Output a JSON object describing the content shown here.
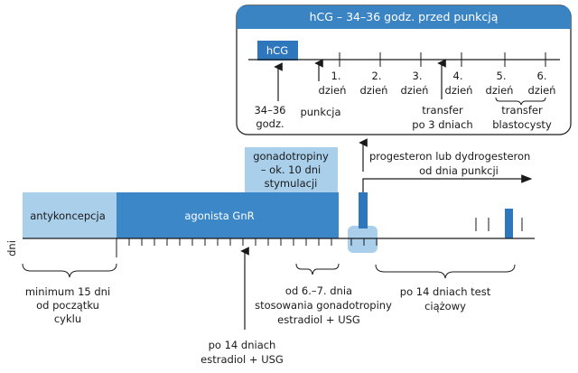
{
  "panel": {
    "title": "hCG – 34–36 godz. przed punkcją",
    "hcg_label": "hCG",
    "hcg_caption_1": "34–36",
    "hcg_caption_2": "godz.",
    "punkcja": "punkcja",
    "days": [
      {
        "num": "1.",
        "word": "dzień"
      },
      {
        "num": "2.",
        "word": "dzień"
      },
      {
        "num": "3.",
        "word": "dzień"
      },
      {
        "num": "4.",
        "word": "dzień"
      },
      {
        "num": "5.",
        "word": "dzień"
      },
      {
        "num": "6.",
        "word": "dzień"
      }
    ],
    "transfer3_line1": "transfer",
    "transfer3_line2": "po 3 dniach",
    "transferB_line1": "transfer",
    "transferB_line2": "blastocysty"
  },
  "timeline": {
    "axis_label": "dni",
    "antykoncepcja": "antykoncepcja",
    "agonista": "agonista GnR",
    "gonadotropiny_1": "gonadotropiny",
    "gonadotropiny_2": "– ok. 10 dni",
    "gonadotropiny_3": "stymulacji",
    "progesteron_1": "progesteron lub dydrogesteron",
    "progesteron_2": "od dnia punkcji"
  },
  "annotations": {
    "minimum_1": "minimum 15 dni",
    "minimum_2": "od początku",
    "minimum_3": "cyklu",
    "od67_1": "od 6.–7. dnia",
    "od67_2": "stosowania gonadotropiny",
    "od67_3": "estradiol + USG",
    "po14test_1": "po 14 dniach test",
    "po14test_2": "ciążowy",
    "po14estr_1": "po 14 dniach",
    "po14estr_2": "estradiol + USG"
  },
  "colors": {
    "light_blue": "#a9cfeb",
    "mid_blue": "#3b87c8",
    "dark_blue": "#2f77bd",
    "panel_header": "#3b84c4",
    "line": "#1a1a1a"
  }
}
